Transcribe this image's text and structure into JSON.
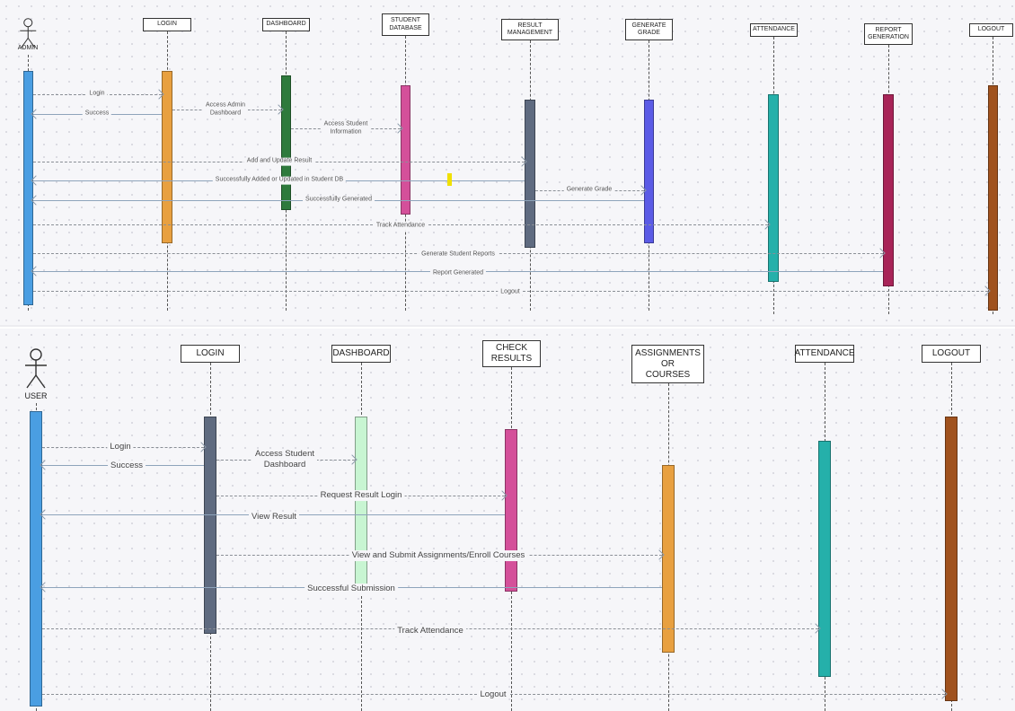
{
  "admin_diagram": {
    "actor": "ADMIN",
    "participants": [
      {
        "label": "LOGIN",
        "bar_color": "#e8a040"
      },
      {
        "label": "DASHBOARD",
        "bar_color": "#2e7a3c"
      },
      {
        "label": "STUDENT\nDATABASE",
        "bar_color": "#d4509a"
      },
      {
        "label": "RESULT\nMANAGEMENT",
        "bar_color": "#5f6b80"
      },
      {
        "label": "GENERATE\nGRADE",
        "bar_color": "#5b5be6"
      },
      {
        "label": "ATTENDANCE",
        "bar_color": "#25b0aa"
      },
      {
        "label": "REPORT\nGENERATION",
        "bar_color": "#a82458"
      },
      {
        "label": "LOGOUT",
        "bar_color": "#a0521e"
      }
    ],
    "actor_bar_color": "#4a9ee2",
    "messages": [
      {
        "label": "Login"
      },
      {
        "label": "Success"
      },
      {
        "label": "Access Admin\nDashboard"
      },
      {
        "label": "Access Student\nInformation"
      },
      {
        "label": "Add and Update Result"
      },
      {
        "label": "Successfully Added or Updated in Student DB"
      },
      {
        "label": "Generate Grade"
      },
      {
        "label": "Successfully Generated"
      },
      {
        "label": "Track Attendance"
      },
      {
        "label": "Generate Student Reports"
      },
      {
        "label": "Report Generated"
      },
      {
        "label": "Logout"
      }
    ]
  },
  "user_diagram": {
    "actor": "USER",
    "participants": [
      {
        "label": "LOGIN",
        "bar_color": "#5f6b80"
      },
      {
        "label": "DASHBOARD",
        "bar_color": "#c8f5d2"
      },
      {
        "label": "CHECK\nRESULTS",
        "bar_color": "#d4509a"
      },
      {
        "label": "ASSIGNMENTS\nOR\nCOURSES",
        "bar_color": "#e8a040"
      },
      {
        "label": "ATTENDANCE",
        "bar_color": "#25b0aa"
      },
      {
        "label": "LOGOUT",
        "bar_color": "#a0521e"
      }
    ],
    "actor_bar_color": "#4a9ee2",
    "messages": [
      {
        "label": "Login"
      },
      {
        "label": "Success"
      },
      {
        "label": "Access Student\nDashboard"
      },
      {
        "label": "Request Result Login"
      },
      {
        "label": "View Result"
      },
      {
        "label": "View and Submit  Assignments/Enroll Courses"
      },
      {
        "label": "Successful Submission"
      },
      {
        "label": "Track Attendance"
      },
      {
        "label": "Logout"
      }
    ]
  }
}
